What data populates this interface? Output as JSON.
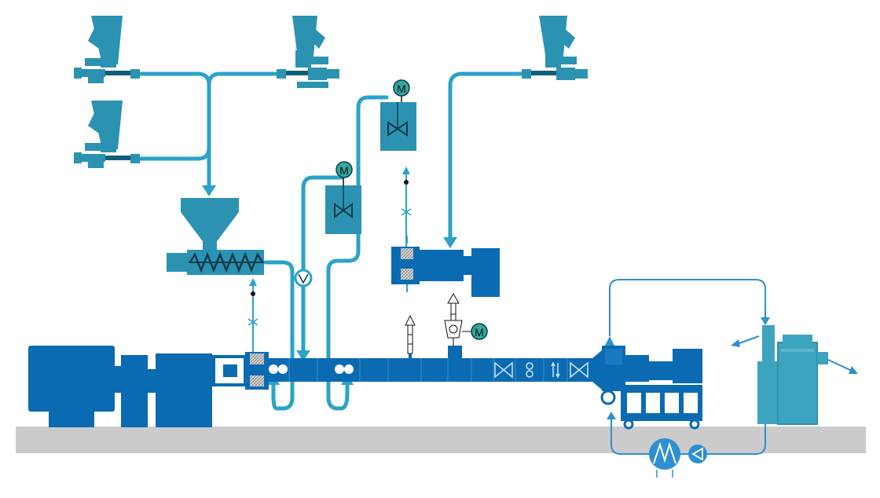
{
  "colors": {
    "dark_blue": "#0a6bb3",
    "dark_blue_edge": "#05599a",
    "teal": "#2b93b1",
    "teal_light": "#3ea3bf",
    "cyan_line": "#2aa3c9",
    "process_blue": "#2e8fd1",
    "motor_green": "#2fa8a0",
    "floor": "#cbcbcb",
    "hatch": "#9b9b9b"
  },
  "diagram": {
    "motor_labels": {
      "mixer_left": "M",
      "mixer_right": "M",
      "vent": "M"
    },
    "icons": [
      "gravimetric-feeder-icon",
      "hopper-icon",
      "screw-conveyor-icon",
      "agitated-tank-icon",
      "motor-icon",
      "valve-icon",
      "check-valve-icon",
      "extruder-barrel-icon",
      "vacuum-vent-icon",
      "gear-pump-icon",
      "pelletizer-icon",
      "heat-exchanger-icon",
      "pump-icon"
    ]
  }
}
